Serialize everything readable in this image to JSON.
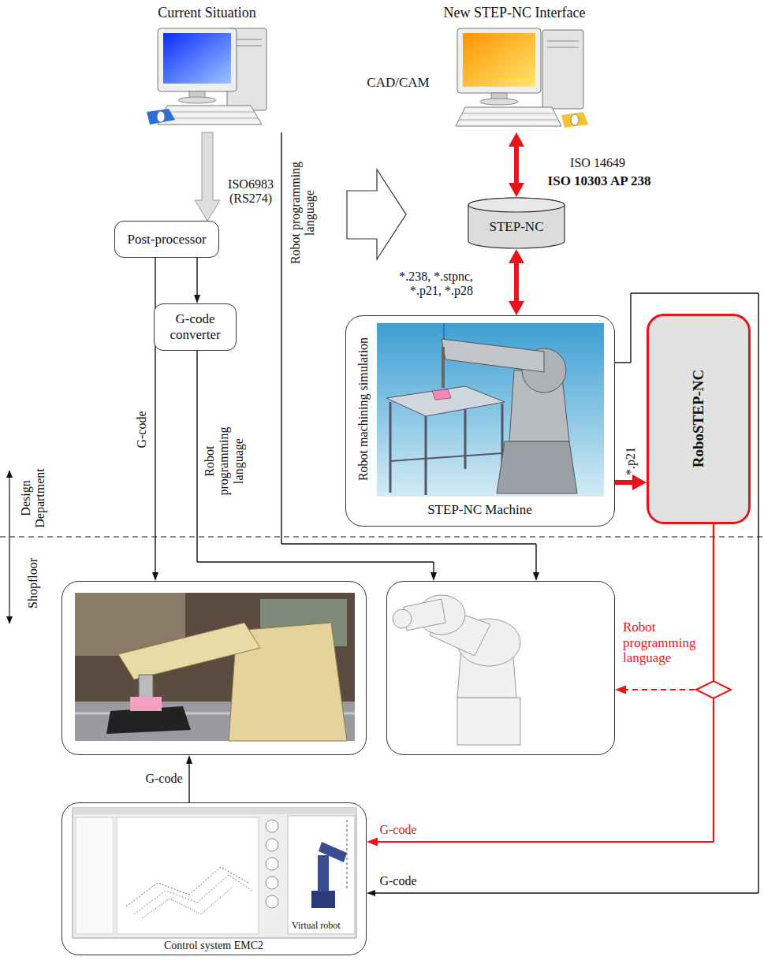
{
  "diagram": {
    "nodes": [
      {
        "text": [
          "Current Situation"
        ]
      },
      {
        "text": [
          "New STEP-NC Interface"
        ]
      },
      {
        "text": [
          "Post-processor"
        ]
      },
      {
        "text": [
          "STEP-NC"
        ]
      },
      {
        "text": [
          "G-code converter"
        ]
      },
      {
        "text": [
          "Robot machining simulation",
          "STEP-NC Machine"
        ]
      },
      {
        "text": [
          "RoboSTEP-NC"
        ]
      },
      {
        "text": []
      },
      {
        "text": []
      },
      {
        "text": [
          "Control system EMC2",
          "Virtual robot"
        ]
      }
    ],
    "edges": [
      {
        "from": 0,
        "to": 2,
        "arrow": "to",
        "label": "ISO6983 (RS274)"
      },
      {
        "from": 2,
        "to": 7,
        "arrow": "to",
        "label": "G-code"
      },
      {
        "from": 2,
        "to": 4,
        "arrow": "to"
      },
      {
        "from": 4,
        "to": 8,
        "arrow": "to",
        "label": "Robot programming language"
      },
      {
        "from": 0,
        "to": 8,
        "arrow": "to",
        "label": "Robot programming language"
      },
      {
        "from": 1,
        "to": 3,
        "arrow": "both",
        "label": "ISO 14649"
      },
      {
        "from": 3,
        "to": 5,
        "arrow": "both",
        "label": "*.238, *.stpnc, *.p21, *.p28"
      },
      {
        "from": 5,
        "to": 6,
        "arrow": "to",
        "label": "*.p21"
      },
      {
        "from": 5,
        "to": 9,
        "arrow": "to",
        "label": "G-code"
      },
      {
        "from": 6,
        "to": 8,
        "arrow": "to",
        "label": "Robot programming language"
      },
      {
        "from": 6,
        "to": 9,
        "arrow": "to",
        "label": "G-code"
      },
      {
        "from": 9,
        "to": 7,
        "arrow": "to",
        "label": "G-code"
      }
    ],
    "labels": [
      "CAD/CAM",
      "ISO 10303 AP 238",
      "Design Department",
      "Shopfloor"
    ]
  }
}
